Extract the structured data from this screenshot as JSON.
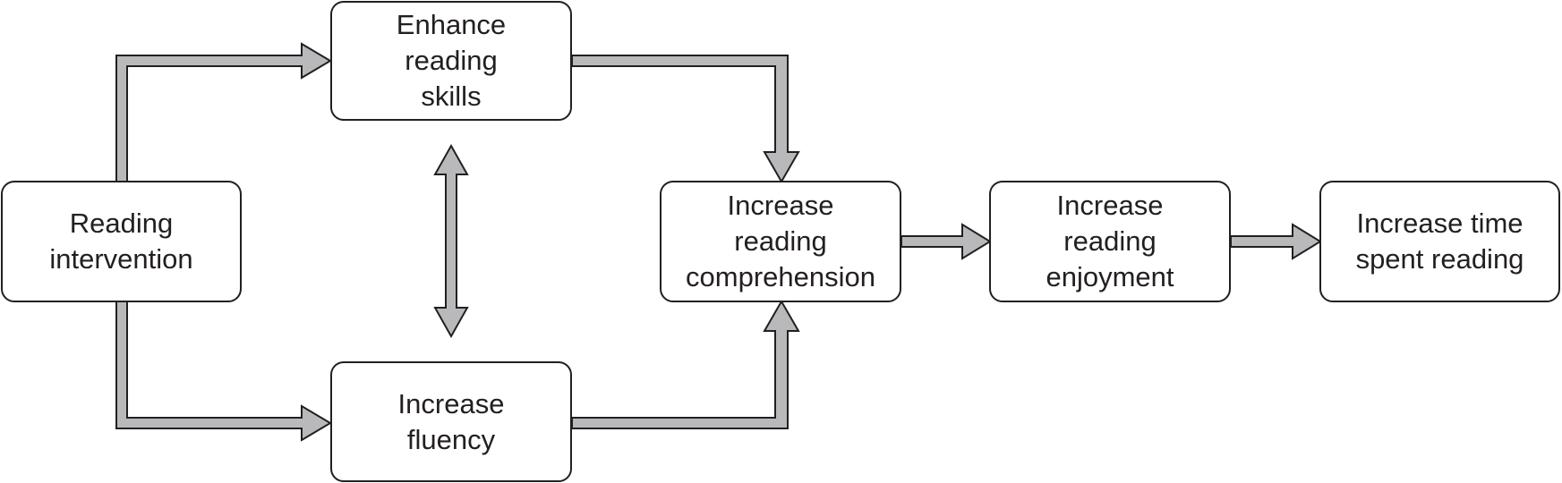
{
  "colors": {
    "arrow_fill": "#b9b9bb",
    "outline": "#231f20",
    "box_fill": "#ffffff"
  },
  "nodes": {
    "reading_intervention": "Reading\nintervention",
    "enhance_reading_skills": "Enhance\nreading\nskills",
    "increase_fluency": "Increase\nfluency",
    "increase_reading_comprehension": "Increase\nreading\ncomprehension",
    "increase_reading_enjoyment": "Increase\nreading\nenjoyment",
    "increase_time_spent_reading": "Increase time\nspent reading"
  },
  "connections": [
    {
      "from": "reading_intervention",
      "to": "enhance_reading_skills"
    },
    {
      "from": "reading_intervention",
      "to": "increase_fluency"
    },
    {
      "from": "enhance_reading_skills",
      "to": "increase_fluency",
      "bidirectional": true
    },
    {
      "from": "enhance_reading_skills",
      "to": "increase_reading_comprehension"
    },
    {
      "from": "increase_fluency",
      "to": "increase_reading_comprehension"
    },
    {
      "from": "increase_reading_comprehension",
      "to": "increase_reading_enjoyment"
    },
    {
      "from": "increase_reading_enjoyment",
      "to": "increase_time_spent_reading"
    }
  ]
}
